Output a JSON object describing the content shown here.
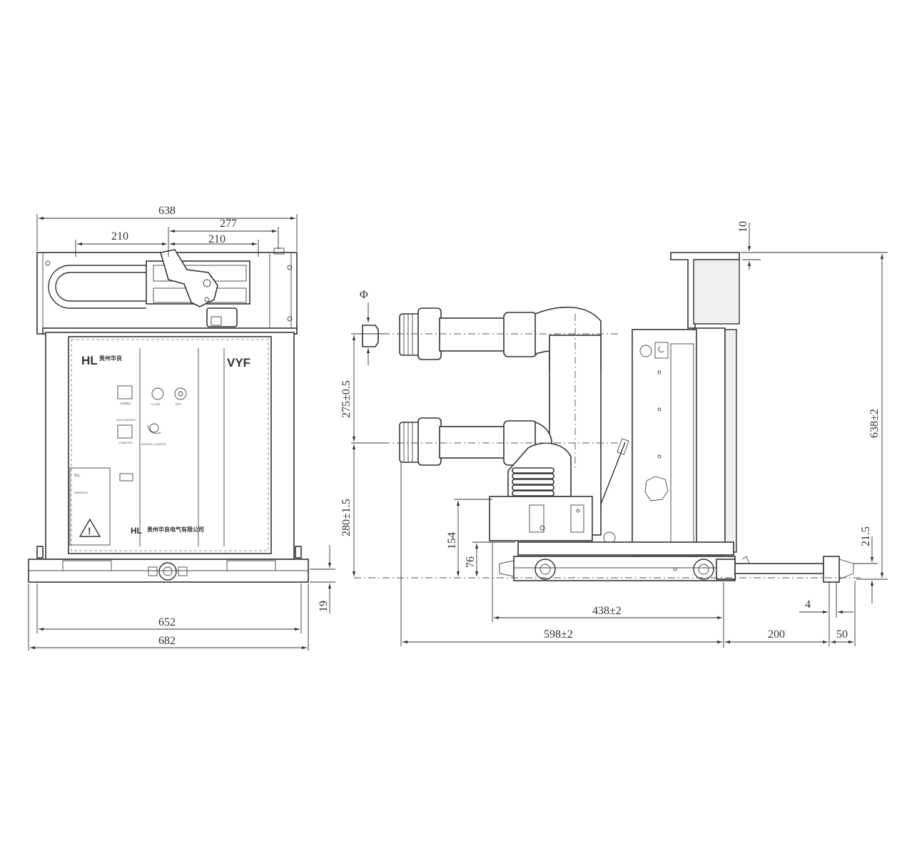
{
  "front_view": {
    "model": "VYF",
    "logo": "HL",
    "company_short": "贵州华良",
    "company_full": "贵州华良电气有限公司",
    "dims": {
      "overall_width": "638",
      "right_offset": "277",
      "left_210": "210",
      "center_210": "210",
      "base_width": "652",
      "total_width": "682",
      "base_height": "19"
    }
  },
  "side_view": {
    "dims": {
      "top_gap": "10",
      "phi": "Φ",
      "upper_spacing": "275±0.5",
      "lower_height": "280±1.5",
      "h154": "154",
      "h76": "76",
      "total_height": "638±2",
      "wheel_h": "21.5",
      "wheel_span": "438±2",
      "depth": "598±2",
      "ext_200": "200",
      "ext_50": "50",
      "small_4": "4"
    }
  },
  "colors": {
    "line": "#333333",
    "fill": "#efefef"
  }
}
